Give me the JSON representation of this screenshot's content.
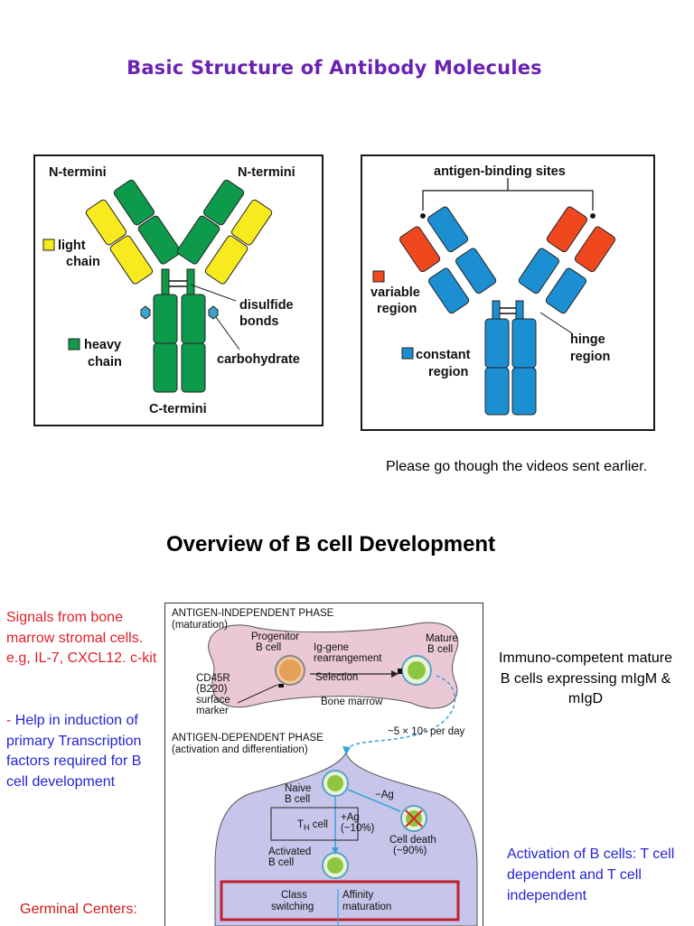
{
  "title": "Basic Structure of Antibody Molecules",
  "figure1": {
    "n_termini_left": "N-termini",
    "n_termini_right": "N-termini",
    "light_chain_1": "light",
    "light_chain_2": "chain",
    "heavy_chain_1": "heavy",
    "heavy_chain_2": "chain",
    "disulfide_1": "disulfide",
    "disulfide_2": "bonds",
    "carbohydrate": "carbohydrate",
    "c_termini": "C-termini",
    "colors": {
      "light": "#f7ea1e",
      "heavy": "#0e9a4b",
      "carb": "#3aa5c7"
    }
  },
  "figure2": {
    "antigen_binding": "antigen-binding sites",
    "variable_1": "variable",
    "variable_2": "region",
    "constant_1": "constant",
    "constant_2": "region",
    "hinge_1": "hinge",
    "hinge_2": "region",
    "colors": {
      "variable": "#f0481e",
      "constant": "#1c8fd2"
    }
  },
  "note": "Please go though the videos sent earlier.",
  "heading": "Overview of B cell Development",
  "left_notes": {
    "signals": "Signals from bone marrow stromal cells. e.g, IL-7, CXCL12. c-kit",
    "help_dash": "- ",
    "help": "Help in induction of primary Transcription factors required for B cell development",
    "germinal": "Germinal Centers:"
  },
  "figure3": {
    "phase1_1": "ANTIGEN-INDEPENDENT PHASE",
    "phase1_2": "(maturation)",
    "progenitor_1": "Progenitor",
    "progenitor_2": "B cell",
    "ig_gene_1": "Ig-gene",
    "ig_gene_2": "rearrangement",
    "selection": "Selection",
    "mature_1": "Mature",
    "mature_2": "B cell",
    "cd45r_1": "CD45R",
    "cd45r_2": "(B220)",
    "cd45r_3": "surface",
    "cd45r_4": "marker",
    "bone_marrow": "Bone marrow",
    "per_day": "~5 × 10⁶ per day",
    "phase2_1": "ANTIGEN-DEPENDENT PHASE",
    "phase2_2": "(activation and differentiation)",
    "naive_1": "Naive",
    "naive_2": "B cell",
    "minus_ag": "−Ag",
    "th_cell": "T",
    "th_sub": "H",
    "th_rest": " cell",
    "plus_ag_1": "+Ag",
    "plus_ag_2": "(~10%)",
    "cell_death_1": "Cell death",
    "cell_death_2": "(~90%)",
    "activated_1": "Activated",
    "activated_2": "B cell",
    "class_1": "Class",
    "class_2": "switching",
    "affinity_1": "Affinity",
    "affinity_2": "maturation"
  },
  "right_notes": {
    "immuno": "Immuno-competent mature B cells expressing mIgM & mIgD",
    "activation": "Activation of B cells: T cell dependent and T cell independent"
  }
}
